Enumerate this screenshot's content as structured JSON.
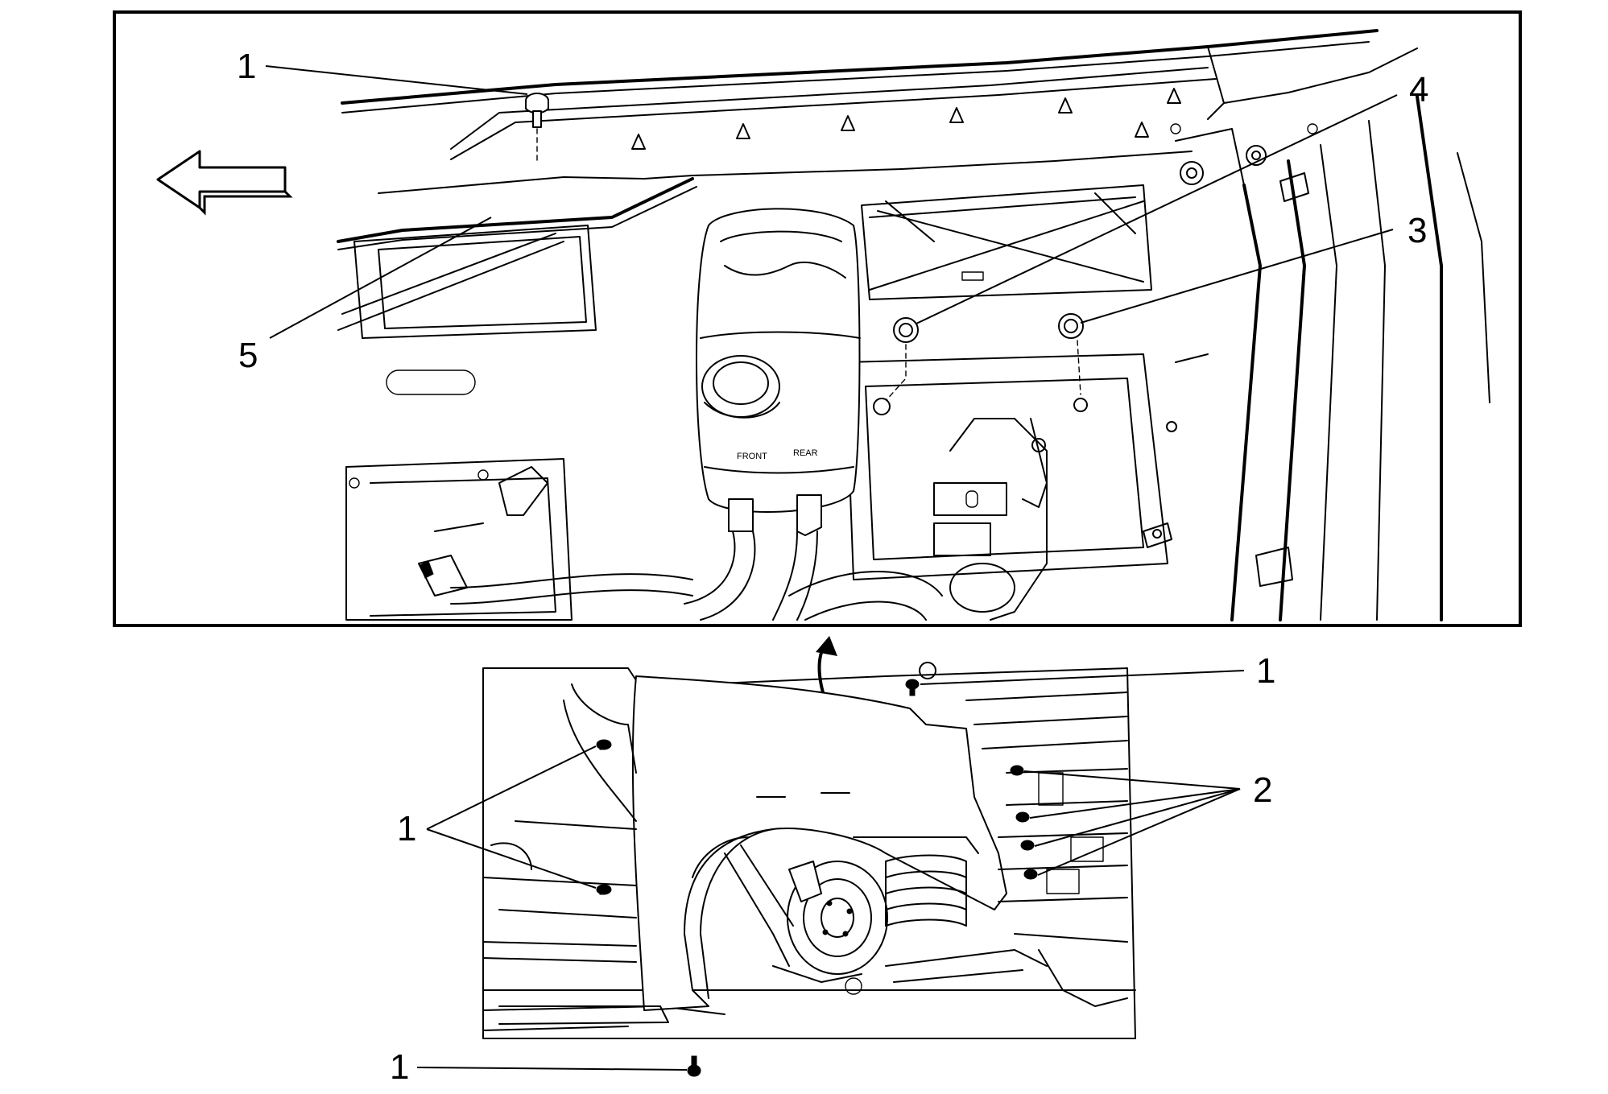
{
  "callouts": {
    "top_1": "1",
    "top_3": "3",
    "top_4": "4",
    "top_5": "5",
    "bottom_1_top": "1",
    "bottom_1_left": "1",
    "bottom_1_bottom": "1",
    "bottom_2": "2"
  },
  "reservoir_markings": {
    "front": "FRONT",
    "rear": "REAR"
  },
  "icons": {
    "direction_arrow": "arrow-left-icon",
    "removal_arrow": "curved-arrow-up-icon"
  }
}
